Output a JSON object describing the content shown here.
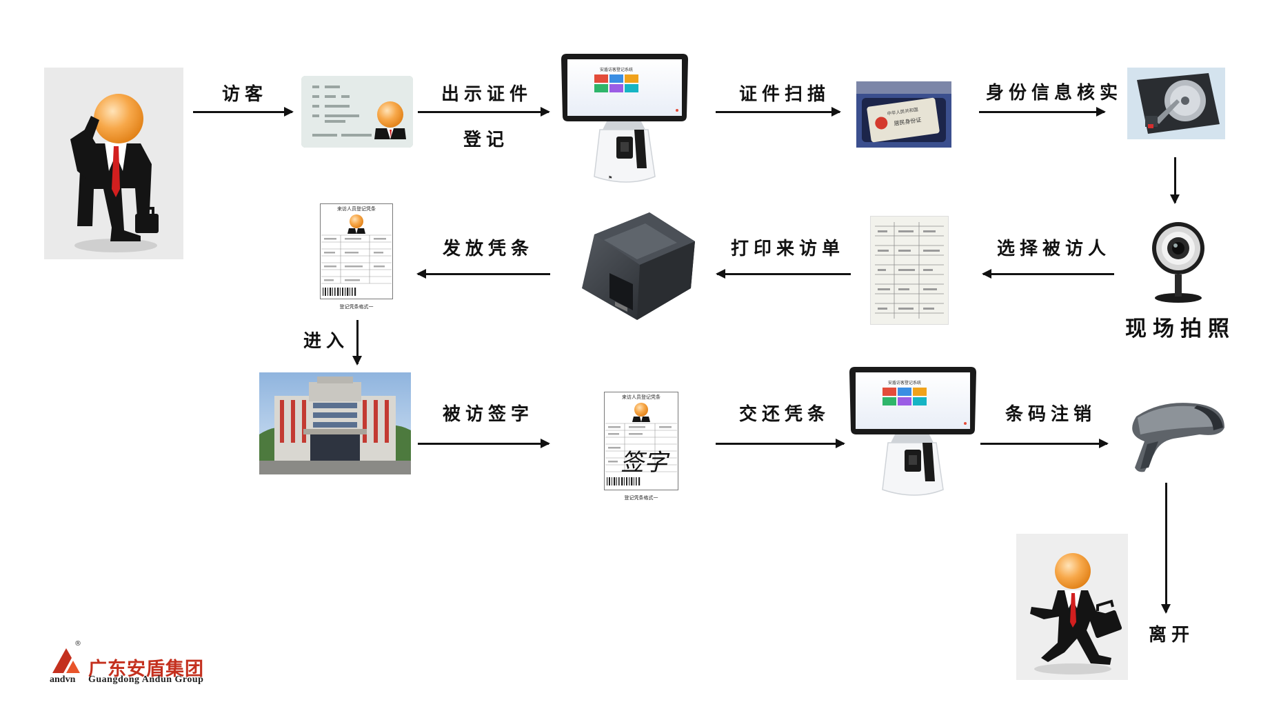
{
  "steps": {
    "visitor": "访客",
    "show_id": "出示证件",
    "register": "登记",
    "scan_id": "证件扫描",
    "verify": "身份信息核实",
    "photo": "现场拍照",
    "select_host": "选择被访人",
    "print_slip": "打印来访单",
    "issue_pass": "发放凭条",
    "enter": "进入",
    "host_sign": "被访签字",
    "return_pass": "交还凭条",
    "barcode_cancel": "条码注销",
    "leave": "离开"
  },
  "slip": {
    "title": "来访人员登记凭条",
    "caption": "登记凭条格式一",
    "signature": "签字"
  },
  "kiosk": {
    "screen_title": "安盾访客登记系统"
  },
  "id_card": {
    "header": "中华人民共和国",
    "subtitle": "居民身份证"
  },
  "logo": {
    "name": "广东安盾集团",
    "english": "Guangdong Andun Group",
    "brand": "andvn",
    "reg": "®"
  },
  "colors": {
    "accent": "#f4a640",
    "tie": "#d21f1f",
    "logo_red": "#c4301e"
  }
}
